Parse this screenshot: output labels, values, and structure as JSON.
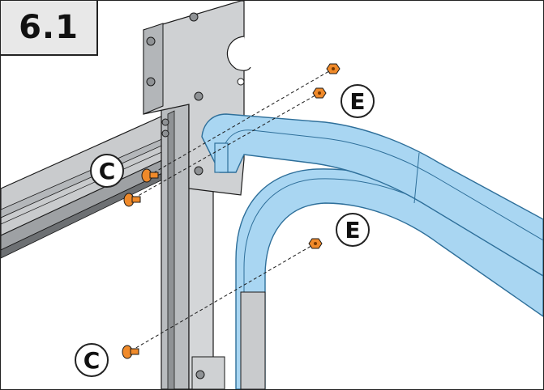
{
  "step": {
    "number": "6.1"
  },
  "callouts": {
    "c_top": "C",
    "e_top": "E",
    "e_mid": "E",
    "c_bottom": "C"
  },
  "colors": {
    "track": "#a9d6f2",
    "track_edge": "#2e6f9a",
    "steel": "#c9cbcd",
    "steel_dark": "#8f9295",
    "bolt": "#f08a2a",
    "ink": "#1a1a1a"
  }
}
